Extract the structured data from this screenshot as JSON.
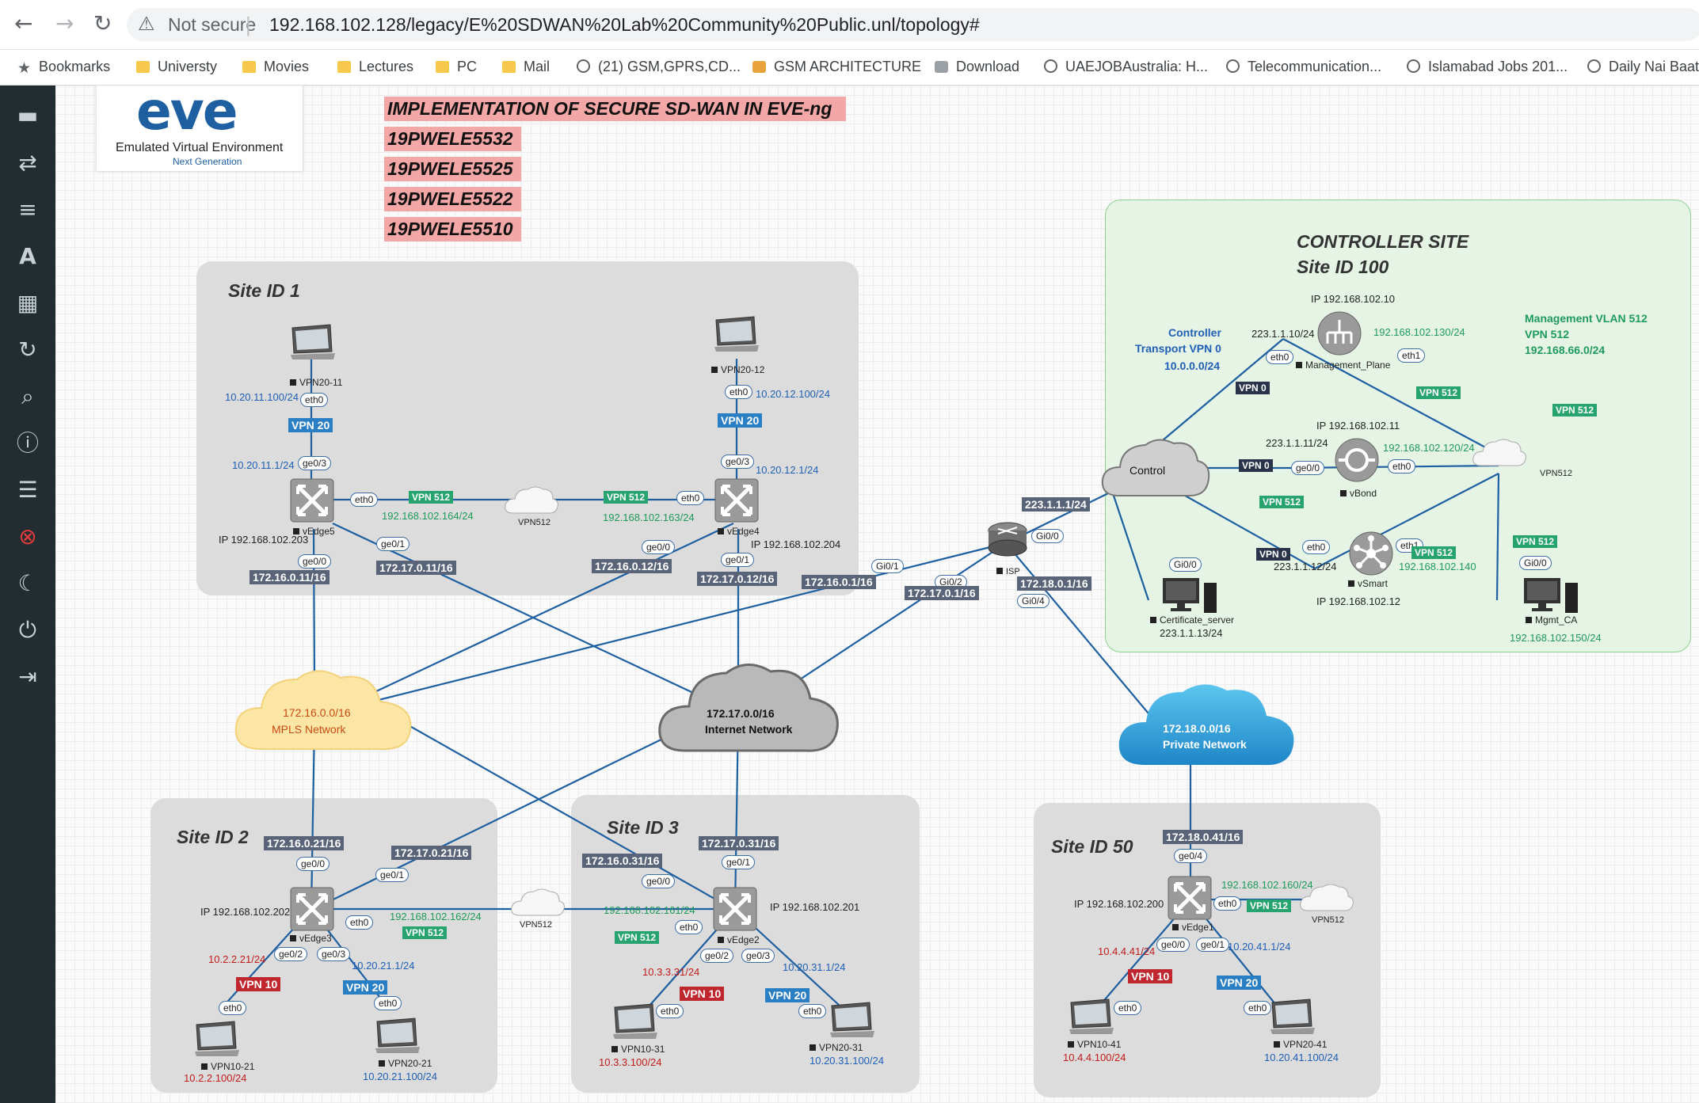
{
  "browser": {
    "back": "←",
    "forward": "→",
    "reload": "↻",
    "security_icon": "⚠",
    "security_label": "Not secure",
    "separator": "|",
    "url": "192.168.102.128/legacy/E%20SDWAN%20Lab%20Community%20Public.unl/topology#"
  },
  "bookmarks": [
    {
      "label": "Bookmarks",
      "icon": "star-icon"
    },
    {
      "label": "Universty",
      "icon": "folder-icon"
    },
    {
      "label": "Movies",
      "icon": "folder-icon"
    },
    {
      "label": "Lectures",
      "icon": "folder-icon"
    },
    {
      "label": "PC",
      "icon": "folder-icon"
    },
    {
      "label": "Mail",
      "icon": "folder-icon"
    },
    {
      "label": "(21) GSM,GPRS,CD...",
      "icon": "globe-icon"
    },
    {
      "label": "GSM ARCHITECTURE",
      "icon": "site-icon"
    },
    {
      "label": "Download",
      "icon": "download-site-icon"
    },
    {
      "label": "UAEJOBAustralia: H...",
      "icon": "globe-icon"
    },
    {
      "label": "Telecommunication...",
      "icon": "globe-icon"
    },
    {
      "label": "Islamabad Jobs 201...",
      "icon": "globe-icon"
    },
    {
      "label": "Daily Nai Baat",
      "icon": "globe-icon"
    }
  ],
  "sidebar": [
    {
      "name": "add-object-icon",
      "glyph": "▬"
    },
    {
      "name": "transfer-icon",
      "glyph": "⇄"
    },
    {
      "name": "list-icon",
      "glyph": "≡"
    },
    {
      "name": "text-icon",
      "glyph": "A"
    },
    {
      "name": "grid-icon",
      "glyph": "▦"
    },
    {
      "name": "refresh-icon",
      "glyph": "↻"
    },
    {
      "name": "zoom-icon",
      "glyph": "⌕"
    },
    {
      "name": "info-icon",
      "glyph": "ⓘ"
    },
    {
      "name": "notes-icon",
      "glyph": "☰"
    },
    {
      "name": "close-lab-icon",
      "glyph": "⊗"
    },
    {
      "name": "dark-mode-icon",
      "glyph": "☾"
    },
    {
      "name": "power-icon",
      "glyph": "⏻"
    },
    {
      "name": "logout-icon",
      "glyph": "⇥"
    }
  ],
  "logo": {
    "brand": "eve",
    "line1": "Emulated Virtual Environment",
    "line2": "Next Generation"
  },
  "header": {
    "title": "IMPLEMENTATION OF SECURE SD-WAN IN EVE-ng",
    "ids": [
      "19PWELE5532",
      "19PWELE5525",
      "19PWELE5522",
      "19PWELE5510"
    ]
  },
  "controller_site": {
    "title1": "CONTROLLER SITE",
    "title2": "Site ID 100",
    "transport_l1": "Controller",
    "transport_l2": "Transport VPN 0",
    "transport_l3": "10.0.0.0/24",
    "mgmt_l1": "Management VLAN 512",
    "mgmt_l2": "VPN 512",
    "mgmt_l3": "192.168.66.0/24",
    "mp_ip": "IP 192.168.102.10",
    "mp_addr": "223.1.1.10/24",
    "mp_mgmt": "192.168.102.130/24",
    "mp_name": "Management_Plane",
    "vbond_ip": "IP 192.168.102.11",
    "vbond_addr": "223.1.1.11/24",
    "vbond_mgmt": "192.168.102.120/24",
    "vbond_name": "vBond",
    "vsmart_ip": "IP 192.168.102.12",
    "vsmart_addr": "223.1.1.12/24",
    "vsmart_mgmt": "192.168.102.140",
    "vsmart_name": "vSmart",
    "cert_name": "Certificate_server",
    "cert_addr": "223.1.1.13/24",
    "mgmtca_name": "Mgmt_CA",
    "mgmtca_addr": "192.168.102.150/24",
    "control_cloud": "Control",
    "vpn512_cloud": "VPN512",
    "control_net": "223.1.1.1/24"
  },
  "isp": {
    "name": "ISP",
    "net1": "172.16.0.1/16",
    "net2": "172.17.0.1/16",
    "net3": "172.18.0.1/16"
  },
  "clouds": {
    "mpls_net": "172.16.0.0/16",
    "mpls_name": "MPLS Network",
    "internet_net": "172.17.0.0/16",
    "internet_name": "Internet Network",
    "private_net": "172.18.0.0/16",
    "private_name": "Private Network",
    "vpn512": "VPN512"
  },
  "site1": {
    "title": "Site ID 1",
    "pc1_name": "VPN20-11",
    "pc1_addr": "10.20.11.100/24",
    "gw1": "10.20.11.1/24",
    "pc2_name": "VPN20-12",
    "pc2_addr": "10.20.12.100/24",
    "gw2": "10.20.12.1/24",
    "vedge5": "vEdge5",
    "vedge5_ip": "IP 192.168.102.203",
    "vedge5_mgmt": "192.168.102.164/24",
    "vedge5_mpls": "172.16.0.11/16",
    "vedge5_inet": "172.17.0.11/16",
    "vedge4": "vEdge4",
    "vedge4_ip": "IP 192.168.102.204",
    "vedge4_mgmt": "192.168.102.163/24",
    "vedge4_mpls": "172.16.0.12/16",
    "vedge4_inet": "172.17.0.12/16"
  },
  "site2": {
    "title": "Site ID 2",
    "mpls": "172.16.0.21/16",
    "inet": "172.17.0.21/16",
    "ip": "IP 192.168.102.202",
    "vedge": "vEdge3",
    "mgmt": "192.168.102.162/24",
    "gw10": "10.2.2.21/24",
    "gw20": "10.20.21.1/24",
    "pc10": "VPN10-21",
    "pc10_addr": "10.2.2.100/24",
    "pc20": "VPN20-21",
    "pc20_addr": "10.20.21.100/24"
  },
  "site3": {
    "title": "Site ID 3",
    "inet": "172.17.0.31/16",
    "mpls": "172.16.0.31/16",
    "ip": "IP 192.168.102.201",
    "vedge": "vEdge2",
    "mgmt": "192.168.102.161/24",
    "gw10": "10.3.3.31/24",
    "gw20": "10.20.31.1/24",
    "pc10": "VPN10-31",
    "pc10_addr": "10.3.3.100/24",
    "pc20": "VPN20-31",
    "pc20_addr": "10.20.31.100/24"
  },
  "site50": {
    "title": "Site ID 50",
    "net": "172.18.0.41/16",
    "ip": "IP 192.168.102.200",
    "vedge": "vEdge1",
    "mgmt": "192.168.102.160/24",
    "gw10": "10.4.4.41/24",
    "gw20": "10.20.41.1/24",
    "pc10": "VPN10-41",
    "pc10_addr": "10.4.4.100/24",
    "pc20": "VPN20-41",
    "pc20_addr": "10.20.41.100/24"
  },
  "vpn_tags": {
    "vpn0": "VPN 0",
    "vpn10": "VPN 10",
    "vpn20": "VPN 20",
    "vpn512": "VPN 512"
  },
  "ports": {
    "eth0": "eth0",
    "eth1": "eth1",
    "ge00": "ge0/0",
    "ge01": "ge0/1",
    "ge02": "ge0/2",
    "ge03": "ge0/3",
    "ge04": "ge0/4",
    "gi00": "Gi0/0",
    "gi01": "Gi0/1",
    "gi02": "Gi0/2",
    "gi04": "Gi0/4"
  }
}
